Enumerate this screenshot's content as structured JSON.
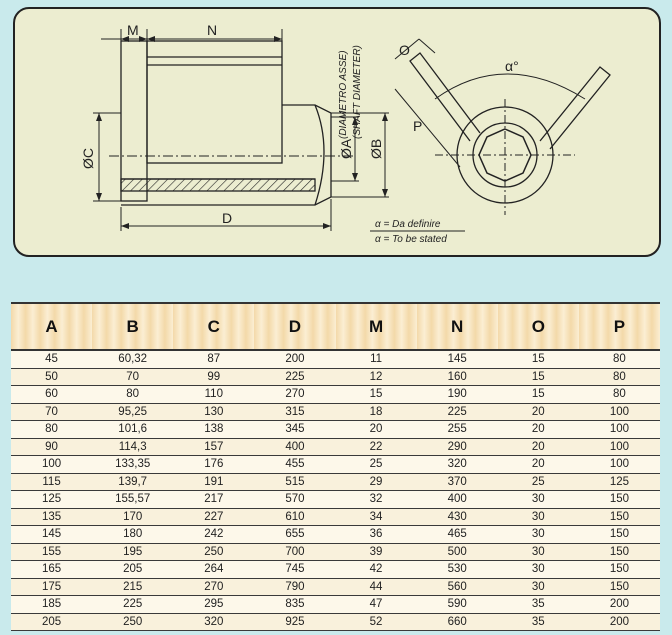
{
  "drawing": {
    "dim_labels": {
      "M": "M",
      "N": "N",
      "C": "ØC",
      "A": "ØA",
      "B": "ØB",
      "D": "D",
      "O": "O",
      "P": "P",
      "alpha": "α°"
    },
    "shaft_note_it": "(DIAMETRO ASSE)",
    "shaft_note_en": "(SHAFT DIAMETER)",
    "legend_it": "α = Da definire",
    "legend_en": "α = To be stated"
  },
  "table": {
    "columns": [
      "A",
      "B",
      "C",
      "D",
      "M",
      "N",
      "O",
      "P"
    ],
    "rows": [
      [
        "45",
        "60,32",
        "87",
        "200",
        "11",
        "145",
        "15",
        "80"
      ],
      [
        "50",
        "70",
        "99",
        "225",
        "12",
        "160",
        "15",
        "80"
      ],
      [
        "60",
        "80",
        "110",
        "270",
        "15",
        "190",
        "15",
        "80"
      ],
      [
        "70",
        "95,25",
        "130",
        "315",
        "18",
        "225",
        "20",
        "100"
      ],
      [
        "80",
        "101,6",
        "138",
        "345",
        "20",
        "255",
        "20",
        "100"
      ],
      [
        "90",
        "114,3",
        "157",
        "400",
        "22",
        "290",
        "20",
        "100"
      ],
      [
        "100",
        "133,35",
        "176",
        "455",
        "25",
        "320",
        "20",
        "100"
      ],
      [
        "115",
        "139,7",
        "191",
        "515",
        "29",
        "370",
        "25",
        "125"
      ],
      [
        "125",
        "155,57",
        "217",
        "570",
        "32",
        "400",
        "30",
        "150"
      ],
      [
        "135",
        "170",
        "227",
        "610",
        "34",
        "430",
        "30",
        "150"
      ],
      [
        "145",
        "180",
        "242",
        "655",
        "36",
        "465",
        "30",
        "150"
      ],
      [
        "155",
        "195",
        "250",
        "700",
        "39",
        "500",
        "30",
        "150"
      ],
      [
        "165",
        "205",
        "264",
        "745",
        "42",
        "530",
        "30",
        "150"
      ],
      [
        "175",
        "215",
        "270",
        "790",
        "44",
        "560",
        "30",
        "150"
      ],
      [
        "185",
        "225",
        "295",
        "835",
        "47",
        "590",
        "35",
        "200"
      ],
      [
        "205",
        "250",
        "320",
        "925",
        "52",
        "660",
        "35",
        "200"
      ]
    ]
  }
}
